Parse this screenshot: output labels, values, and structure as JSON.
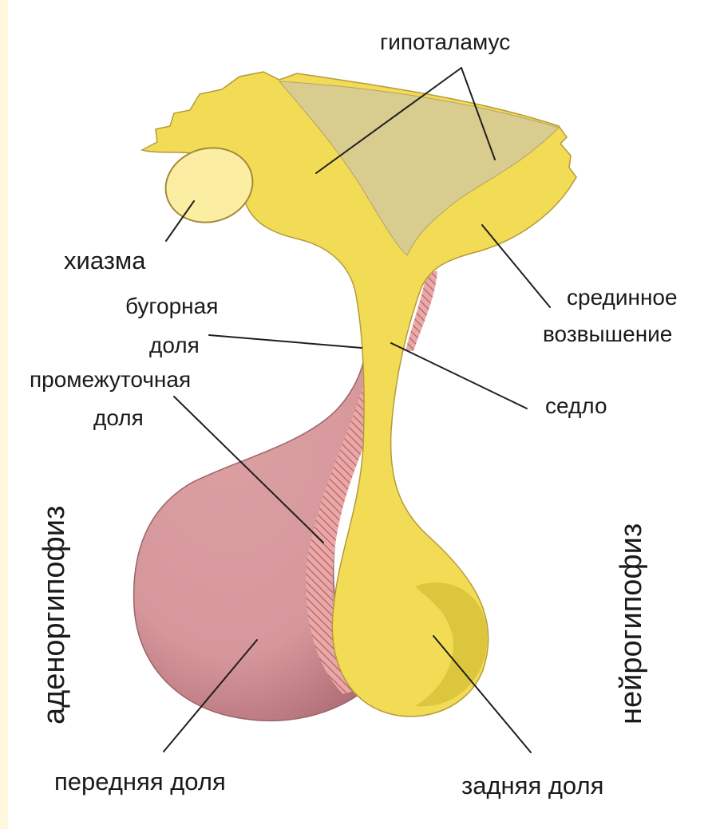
{
  "labels": {
    "hypothalamus": "гипоталамус",
    "chiasm": "хиазма",
    "tuberal_lobe_line1": "бугорная",
    "tuberal_lobe_line2": "доля",
    "intermediate_lobe_line1": "промежуточная",
    "intermediate_lobe_line2": "доля",
    "median_eminence_line1": "срединное",
    "median_eminence_line2": "возвышение",
    "stalk": "седло",
    "adenohypophysis": "аденоргипофиз",
    "neurohypophysis": "нейрогипофиз",
    "anterior_lobe": "передняя доля",
    "posterior_lobe": "задняя доля"
  },
  "colors": {
    "page_border": "#fff8dc",
    "background": "#ffffff",
    "neural_tissue": "#f2dc55",
    "neural_tissue_shadow": "#c9b52c",
    "hypothalamus_region": "#d8cc8f",
    "chiasm": "#fbeea2",
    "anterior_lobe": "#d9999c",
    "anterior_lobe_shadow": "#b06a72",
    "intermediate_hatch": "#c45a62",
    "outline": "#a3883a",
    "leader_lines": "#1f1f1f"
  }
}
